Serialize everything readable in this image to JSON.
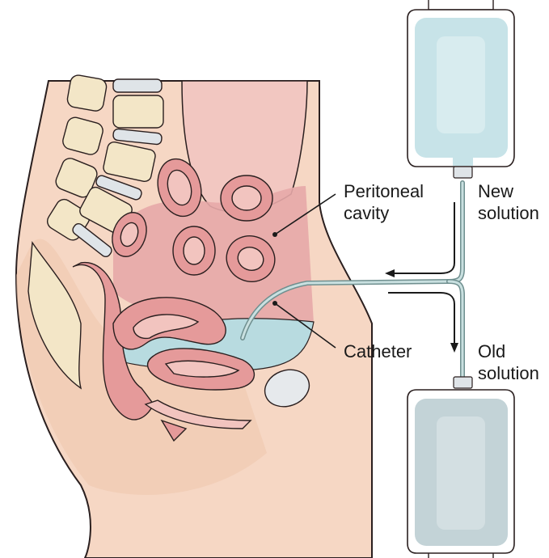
{
  "labels": {
    "peritoneal_cavity": [
      "Peritoneal",
      "cavity"
    ],
    "catheter": "Catheter",
    "new_solution": [
      "New",
      "solution"
    ],
    "old_solution": [
      "Old",
      "solution"
    ]
  },
  "colors": {
    "skin": "#f6d7c4",
    "skin_outline": "#2a1f1f",
    "cavity": "#e7a9a9",
    "bowel": "#e59a9a",
    "bowel_inner": "#f2c4bf",
    "bone": "#f3e6c7",
    "disc": "#dfe4e8",
    "dialysate": "#b8dbe0",
    "new_bag_fluid": "#c7e3e8",
    "old_bag_fluid": "#c3d3d7",
    "tube": "#a8c4c4"
  },
  "icons": {
    "flow_in": "arrow-left-icon",
    "flow_out": "arrow-down-icon"
  }
}
